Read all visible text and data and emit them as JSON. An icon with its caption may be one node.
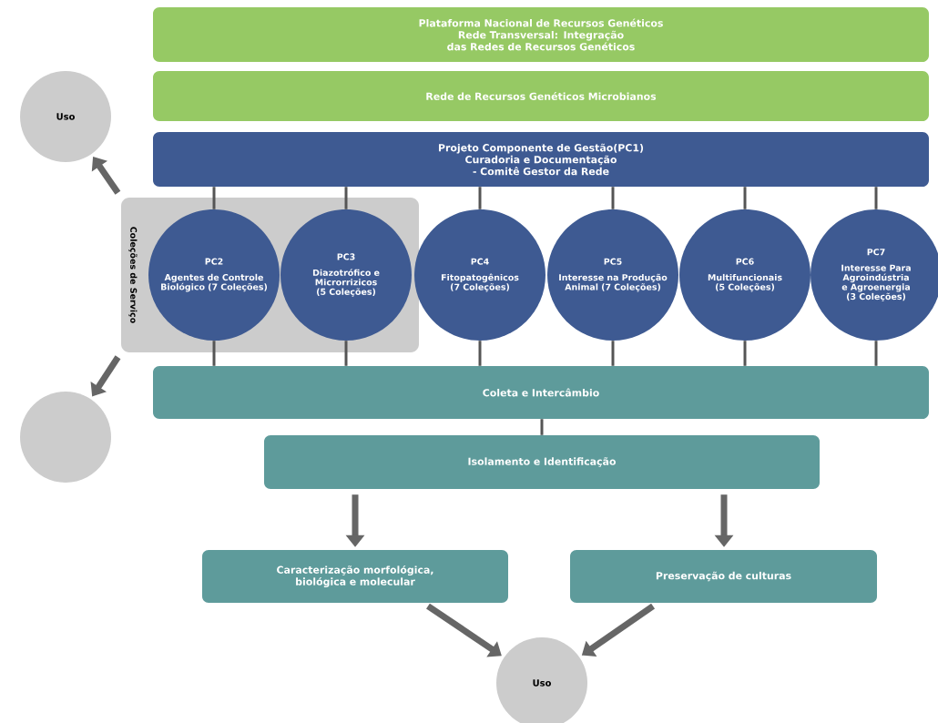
{
  "diagram": {
    "nodes": [
      {
        "text": [
          "Plataforma Nacional de Recursos Genéticos",
          "Rede Transversal: Integração das Redes de Recursos Genéticos"
        ]
      },
      {
        "text": [
          "Rede de Recursos Genéticos Microbianos"
        ]
      },
      {
        "text": [
          "Projeto Componente de Gestão(PC1)",
          "Curadoria e Documentação - Comitê Gestor da Rede"
        ]
      },
      {
        "text": [
          "Coleções de Serviço"
        ]
      },
      {
        "text": [
          "PC2",
          "Agentes de Controle Biológico (7 Coleções)"
        ],
        "in": 3
      },
      {
        "text": [
          "PC3",
          "Diazotrófico e Microrrizicos (5 Coleções)"
        ],
        "in": 3
      },
      {
        "text": [
          "PC4",
          "Fitopatogênicos (7 Coleções)"
        ]
      },
      {
        "text": [
          "PC5",
          "Interesse na Produção Animal (7 Coleções)"
        ]
      },
      {
        "text": [
          "PC6",
          "Multifuncionais (5 Coleções)"
        ]
      },
      {
        "text": [
          "PC7",
          "Interesse Para Agroindústria e Agroenergia (3 Coleções)"
        ]
      },
      {
        "text": [
          "Coleta e Intercâmbio"
        ]
      },
      {
        "text": [
          "Isolamento e Identificação"
        ]
      },
      {
        "text": [
          "Caracterização morfológica, biológica e molecular"
        ]
      },
      {
        "text": [
          "Preservação de culturas"
        ]
      },
      {
        "text": [
          "Uso"
        ]
      },
      {
        "text": [],
        "shape": "circle"
      },
      {
        "text": [
          "Uso"
        ]
      }
    ],
    "edges": [
      {
        "from": 2,
        "to": 4,
        "arrow": "none"
      },
      {
        "from": 2,
        "to": 5,
        "arrow": "none"
      },
      {
        "from": 2,
        "to": 6,
        "arrow": "none"
      },
      {
        "from": 2,
        "to": 7,
        "arrow": "none"
      },
      {
        "from": 2,
        "to": 8,
        "arrow": "none"
      },
      {
        "from": 2,
        "to": 9,
        "arrow": "none"
      },
      {
        "from": 4,
        "to": 10,
        "arrow": "none"
      },
      {
        "from": 5,
        "to": 10,
        "arrow": "none"
      },
      {
        "from": 6,
        "to": 10,
        "arrow": "none"
      },
      {
        "from": 7,
        "to": 10,
        "arrow": "none"
      },
      {
        "from": 8,
        "to": 10,
        "arrow": "none"
      },
      {
        "from": 9,
        "to": 10,
        "arrow": "none"
      },
      {
        "from": 10,
        "to": 11,
        "arrow": "none"
      },
      {
        "from": 11,
        "to": 12,
        "arrow": "to",
        "style": "thick"
      },
      {
        "from": 11,
        "to": 13,
        "arrow": "to",
        "style": "thick"
      },
      {
        "from": 12,
        "to": 16,
        "arrow": "to",
        "style": "thick"
      },
      {
        "from": 13,
        "to": 16,
        "arrow": "to",
        "style": "thick"
      },
      {
        "from": 3,
        "to": 14,
        "arrow": "to",
        "style": "thick"
      },
      {
        "from": 3,
        "to": 15,
        "arrow": "to",
        "style": "thick"
      }
    ]
  }
}
